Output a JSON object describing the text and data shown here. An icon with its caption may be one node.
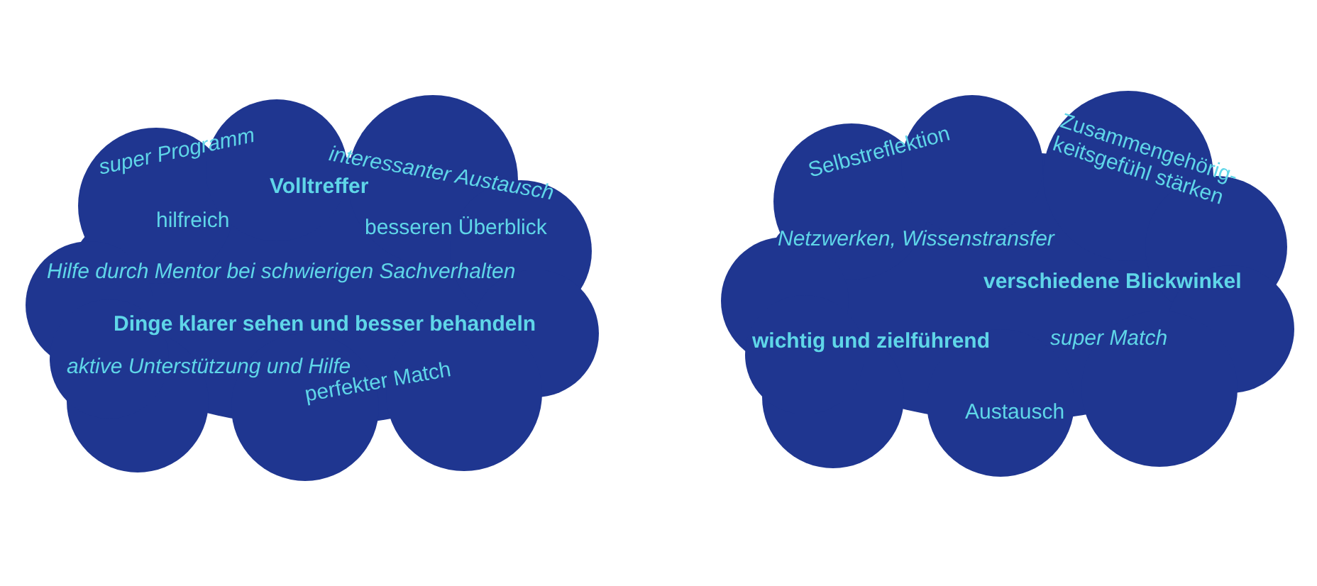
{
  "diagram": {
    "nodes": [
      {
        "text": [
          "super Programm",
          "interessanter Austausch",
          "Volltreffer",
          "hilfreich",
          "besseren Überblick",
          "Hilfe durch Mentor bei schwierigen Sachverhalten",
          "Dinge klarer sehen und besser behandeln",
          "aktive Unterstützung und Hilfe",
          "perfekter Match"
        ]
      },
      {
        "text": [
          "Selbstreflektion",
          "Zusammengehörig-keitsgefühl stärken",
          "Netzwerken, Wissenstransfer",
          "verschiedene Blickwinkel",
          "wichtig und zielführend",
          "super Match",
          "Austausch"
        ]
      }
    ]
  }
}
